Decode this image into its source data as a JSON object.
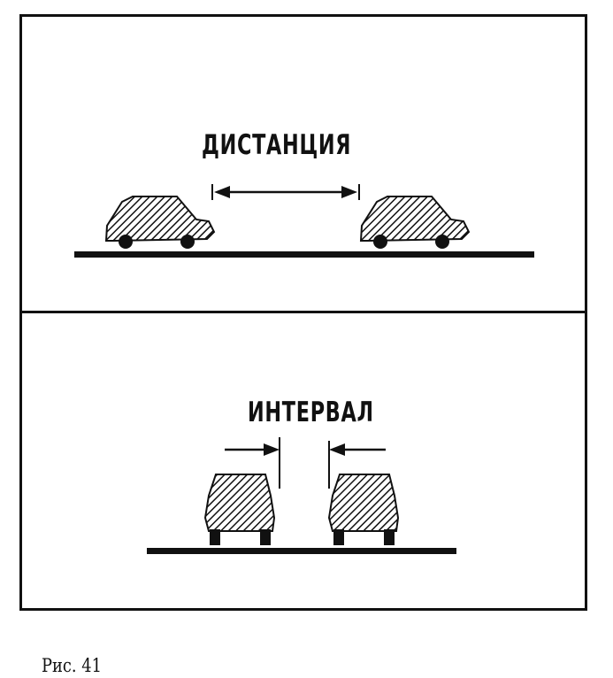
{
  "figure": {
    "distance_label": "ДИСТАНЦИЯ",
    "interval_label": "ИНТЕРВАЛ",
    "caption": "Рис. 41"
  },
  "colors": {
    "ink": "#111111",
    "paper": "#ffffff"
  }
}
